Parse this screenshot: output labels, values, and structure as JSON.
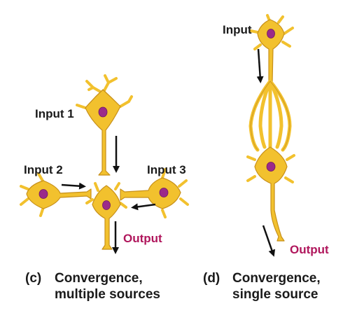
{
  "panel_c": {
    "input1": "Input 1",
    "input2": "Input 2",
    "input3": "Input 3",
    "output": "Output",
    "caption_tag": "(c)",
    "caption_line1": "Convergence,",
    "caption_line2": "multiple sources"
  },
  "panel_d": {
    "input": "Input",
    "output": "Output",
    "caption_tag": "(d)",
    "caption_line1": "Convergence,",
    "caption_line2": "single source"
  },
  "colors": {
    "cell_body": "#f2c12e",
    "cell_outline": "#c7901a",
    "nucleus": "#9b2a8a",
    "output_text": "#b0165c",
    "arrow": "#111111"
  }
}
